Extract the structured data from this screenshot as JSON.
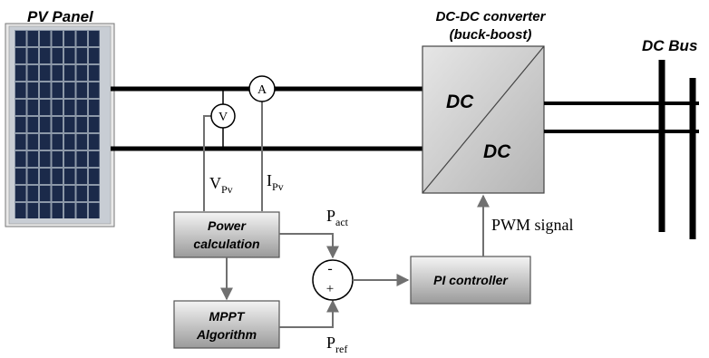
{
  "labels": {
    "pv_panel": "PV Panel",
    "converter_title_1": "DC-DC converter",
    "converter_title_2": "(buck-boost)",
    "dc_bus": "DC Bus",
    "dc_top": "DC",
    "dc_bottom": "DC",
    "voltmeter": "V",
    "ammeter": "A",
    "v_pv_main": "V",
    "v_pv_sub": "Pv",
    "i_pv_main": "I",
    "i_pv_sub": "Pv",
    "p_act_main": "P",
    "p_act_sub": "act",
    "p_ref_main": "P",
    "p_ref_sub": "ref",
    "pwm_signal": "PWM signal",
    "sum_minus": "-",
    "sum_plus": "+"
  },
  "blocks": {
    "power_calc_1": "Power",
    "power_calc_2": "calculation",
    "mppt_1": "MPPT",
    "mppt_2": "Algorithm",
    "pi": "PI controller"
  },
  "colors": {
    "panel_cell": "#1b2a4a",
    "panel_grid": "#8c98a8",
    "block_top": "#f2f2f2",
    "block_bottom": "#9a9a9a",
    "signal_line": "#707070"
  }
}
